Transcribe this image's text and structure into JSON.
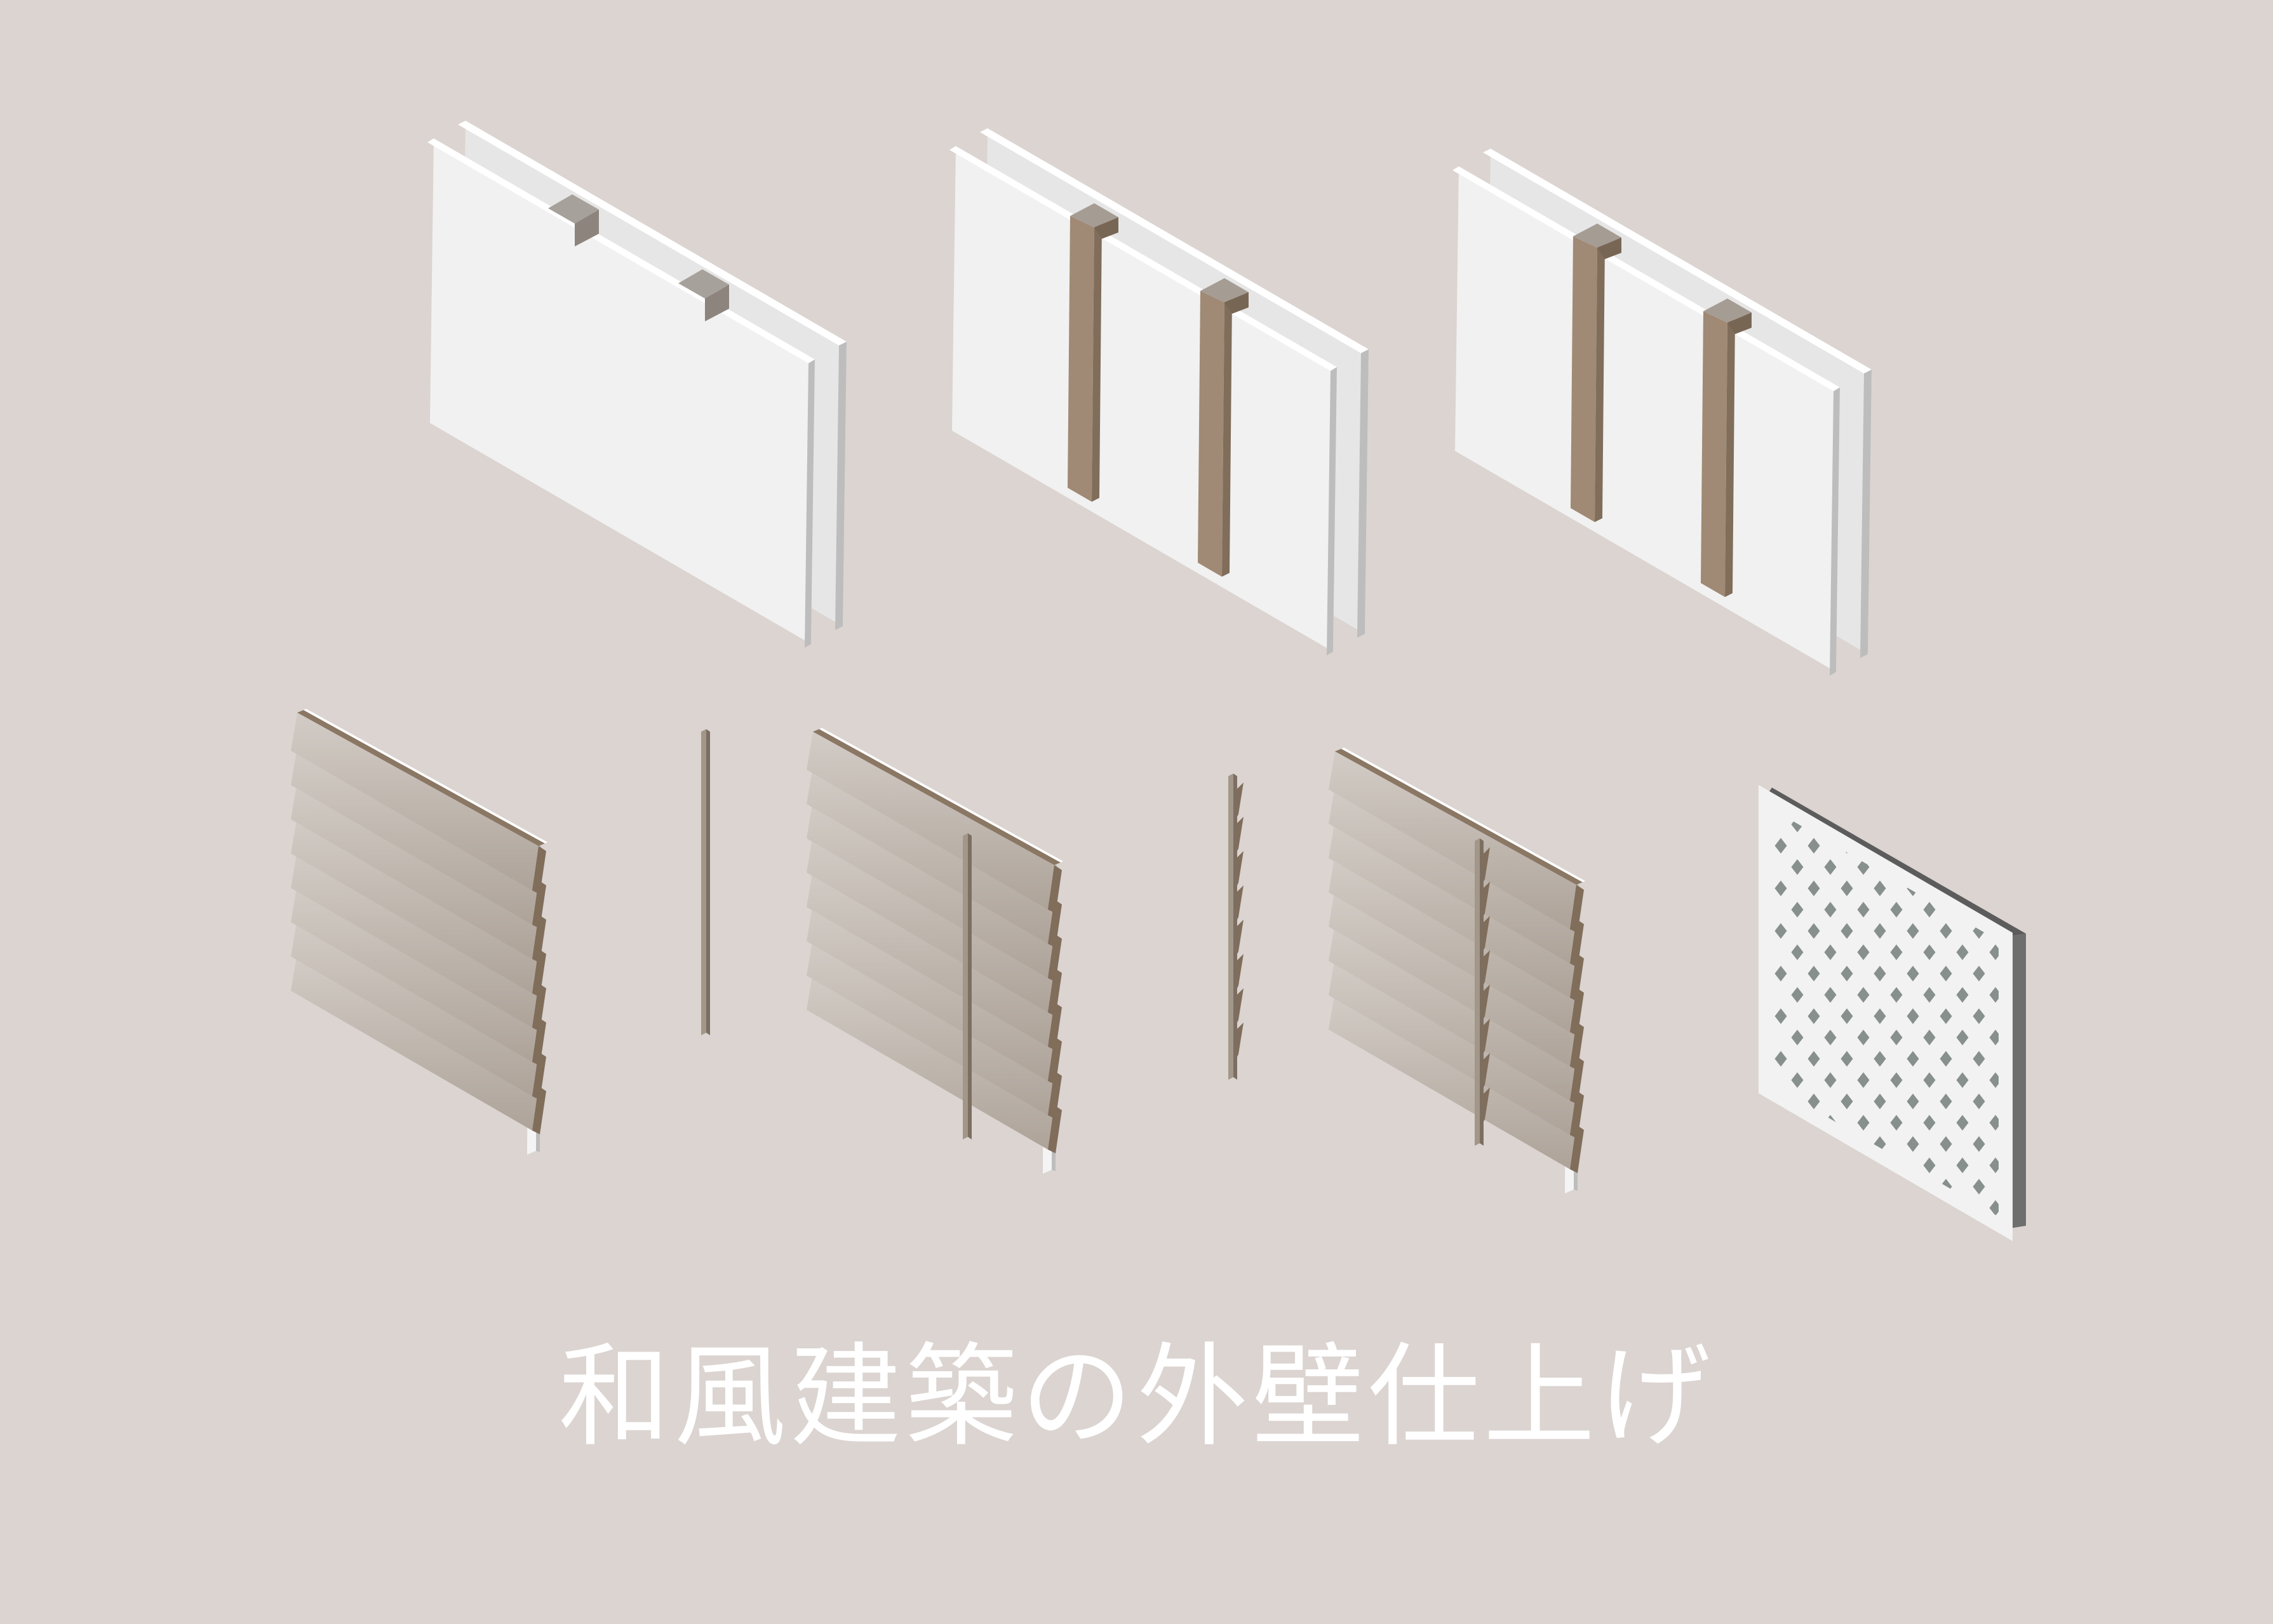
{
  "title": "和風建築の外壁仕上げ",
  "colors": {
    "background": "#dbd4d1",
    "plaster": "#f1f1f1",
    "plaster_edge": "#bdbdbd",
    "wood_face": "#a08a75",
    "wood_side": "#806d5a",
    "wood_top": "#a59c94",
    "board_top": "#d3ccc6",
    "board_bottom": "#ada399",
    "board_edge": "#8a7764",
    "lattice_back": "#87908d",
    "lattice_white": "#f2f2f2",
    "lattice_frame_side": "#6e6e6e"
  },
  "panels": [
    {
      "name": "plaster-wall"
    },
    {
      "name": "plaster-wall-with-posts-flush"
    },
    {
      "name": "plaster-wall-with-posts-exposed"
    },
    {
      "name": "siding-boards"
    },
    {
      "name": "vertical-batten-strip"
    },
    {
      "name": "siding-with-battens"
    },
    {
      "name": "notched-batten-strip"
    },
    {
      "name": "siding-with-notched-battens"
    },
    {
      "name": "lattice-panel"
    }
  ]
}
